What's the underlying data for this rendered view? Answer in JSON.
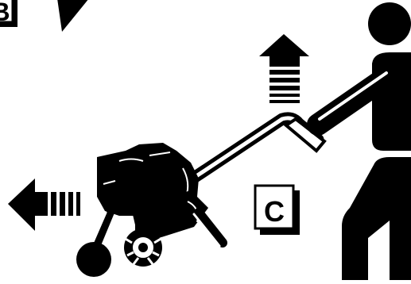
{
  "callouts": {
    "b": {
      "letter": "B"
    },
    "c": {
      "letter": "C"
    }
  },
  "arrows": {
    "up": {
      "direction": "up"
    },
    "left": {
      "direction": "left"
    }
  },
  "colors": {
    "ink": "#000000",
    "paper": "#ffffff"
  }
}
